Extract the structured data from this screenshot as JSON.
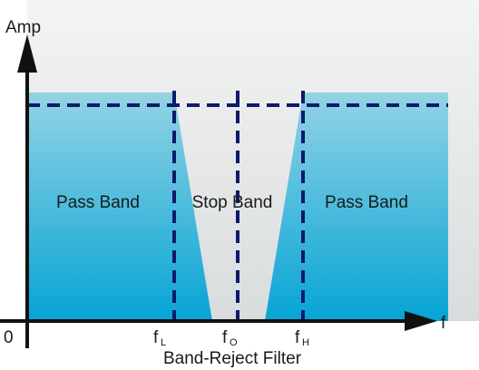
{
  "diagram": {
    "y_axis_label": "Amp",
    "x_axis_label": "f",
    "origin_label": "0",
    "caption": "Band-Reject Filter",
    "regions": [
      "Pass Band",
      "Stop Band",
      "Pass Band"
    ],
    "markers": [
      {
        "base": "f",
        "sub": "L"
      },
      {
        "base": "f",
        "sub": "O"
      },
      {
        "base": "f",
        "sub": "H"
      }
    ],
    "colors": {
      "background_panel": "#e6e9ea",
      "band_top": "#8fd1e2",
      "band_bottom": "#08a6d8",
      "dashed_lines": "#0d1a6b",
      "axes": "#111111"
    }
  }
}
